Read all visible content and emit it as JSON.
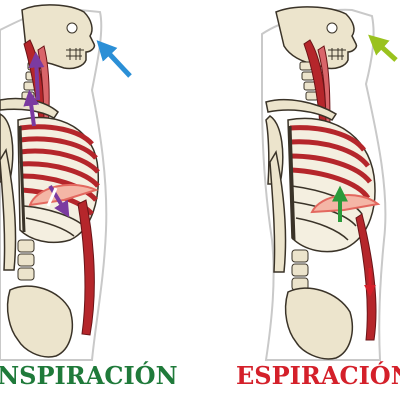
{
  "panels": [
    {
      "id": "inspiracion",
      "label": "INSPIRACIÓN",
      "label_color": "#1f7a3a",
      "arrow_color": "#2b8fd6"
    },
    {
      "id": "espiracion",
      "label": "ESPIRACIÓN",
      "label_color": "#d4202a",
      "arrow_color": "#9ac21e"
    }
  ],
  "colors": {
    "bone": "#ece4cc",
    "bone_outline": "#3a3328",
    "muscle": "#b5262b",
    "muscle_light": "#d9656a",
    "body_outline": "#c9c9c9",
    "diaphragm": "#e3685f",
    "diaphragm_arrow_inspiration": "#7b3aa0",
    "diaphragm_arrow_expiration": "#2a9a3a",
    "scalene_arrow": "#7b3aa0",
    "abdominal_arrow": "#d4202a"
  }
}
